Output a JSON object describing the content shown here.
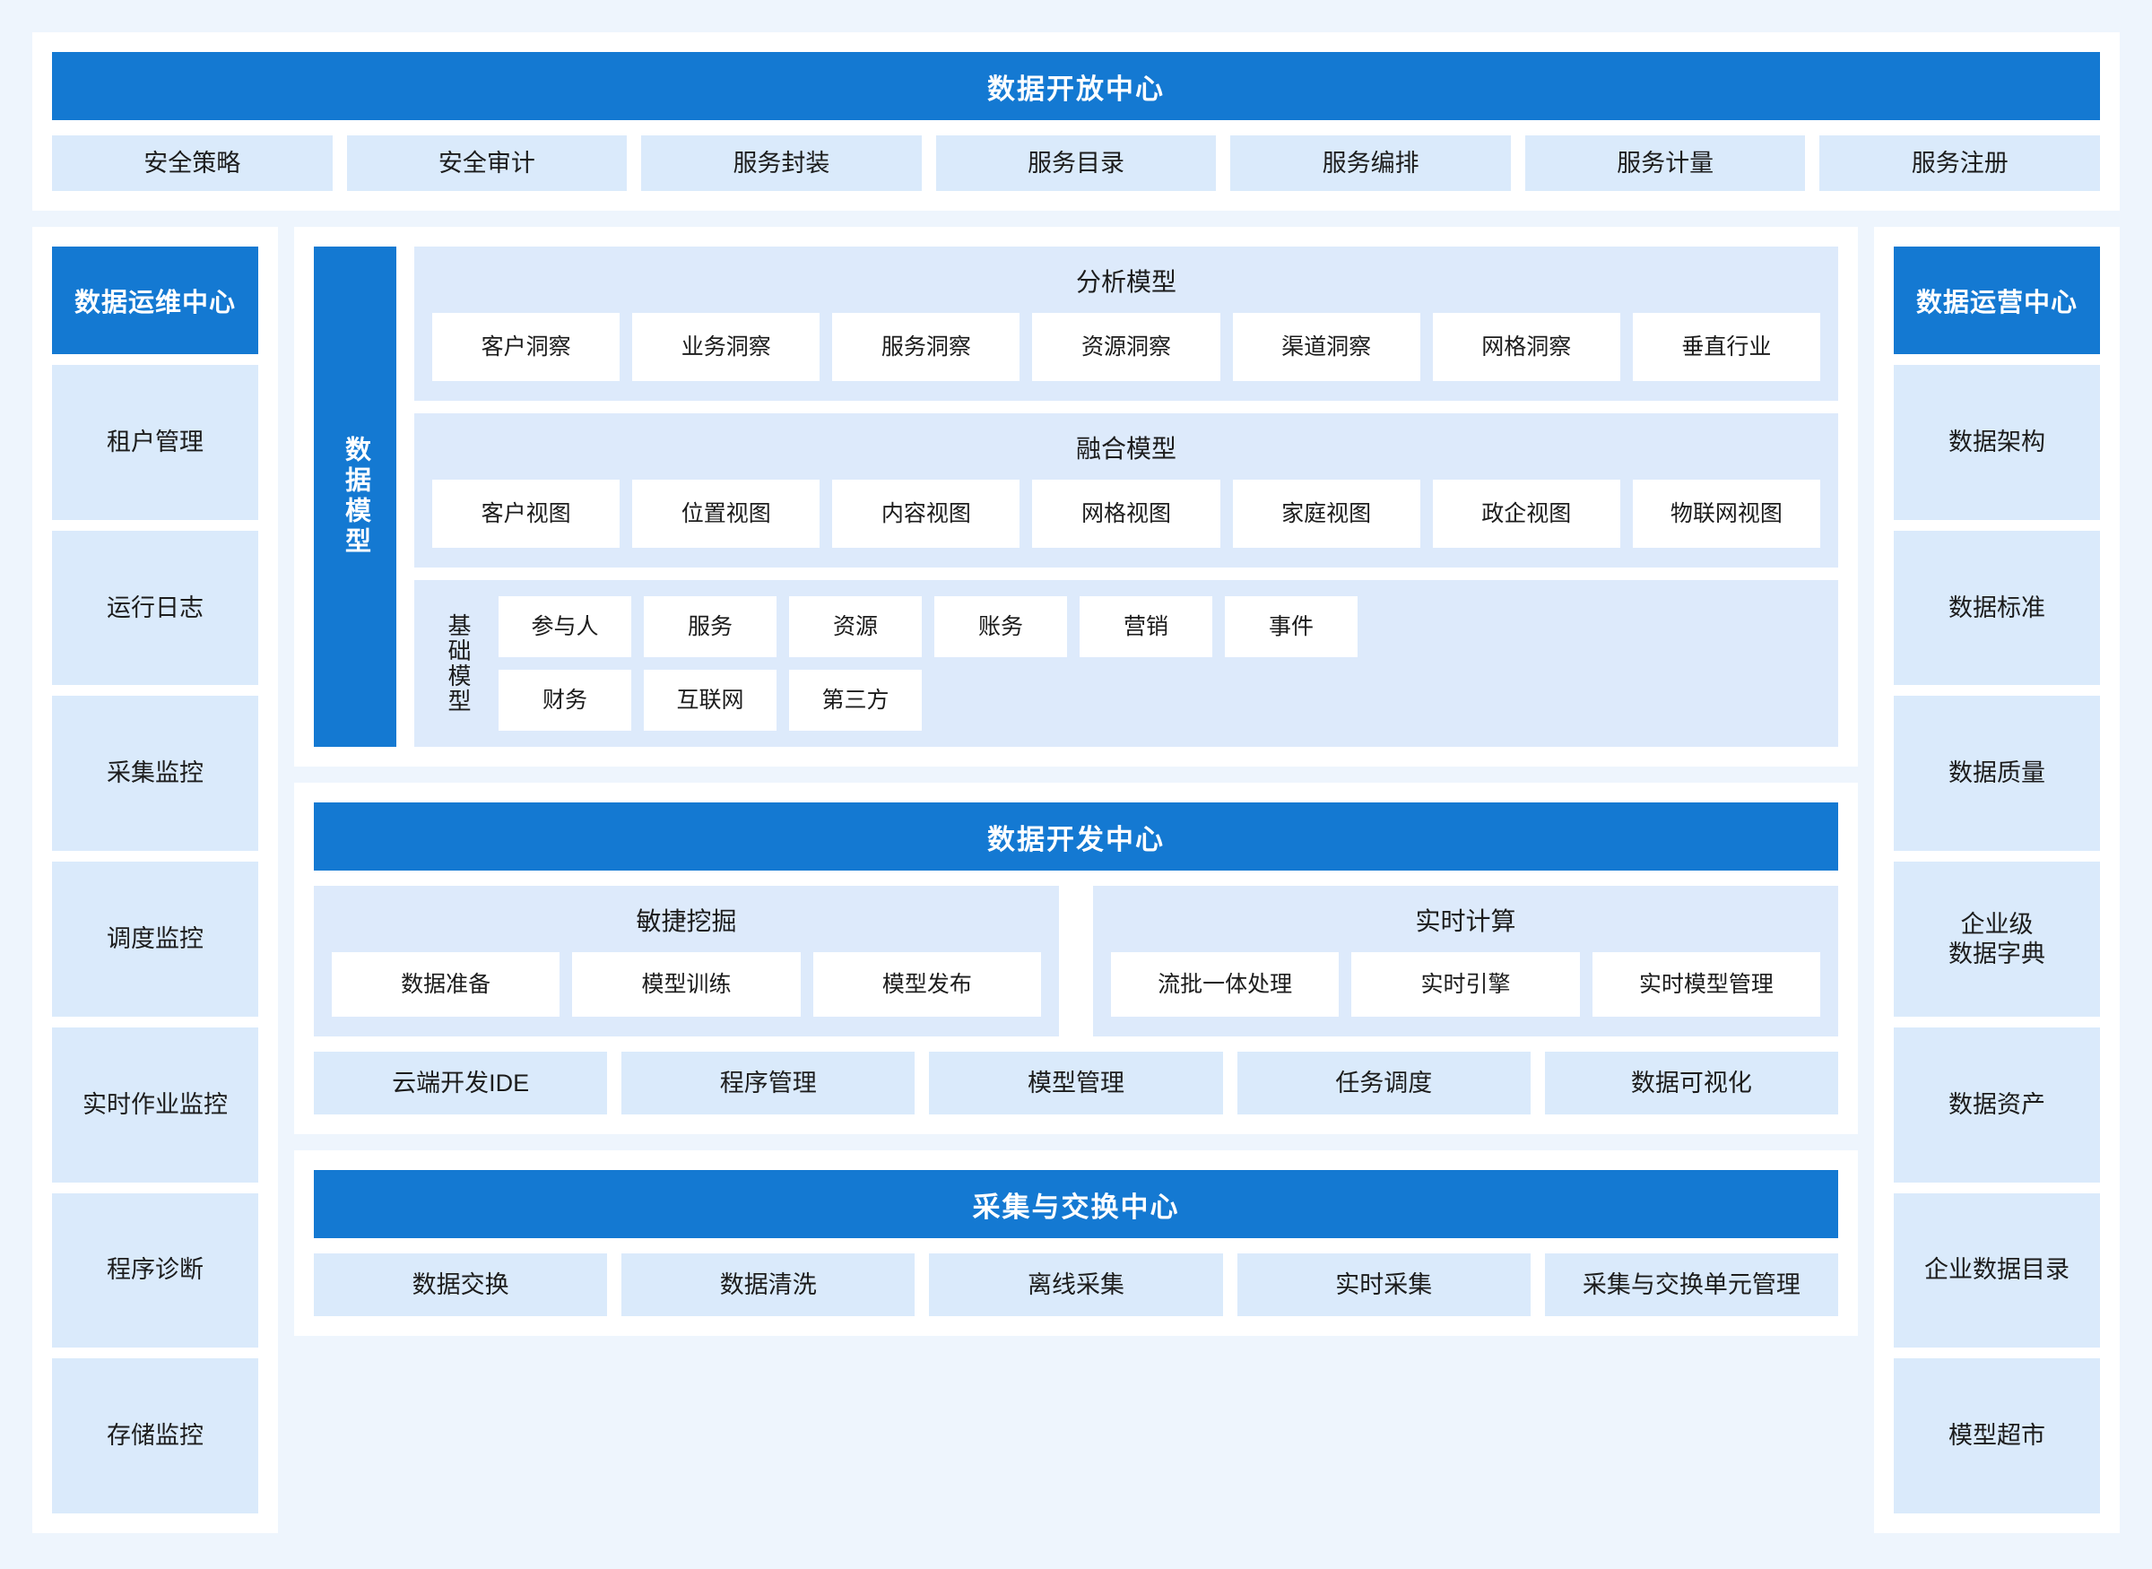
{
  "theme": {
    "page_background": "#eef5fd",
    "panel_background": "#ffffff",
    "primary_blue": "#1479d2",
    "chip_blue": "#daeafb",
    "group_blue": "#ddeafb",
    "card_white": "#ffffff",
    "text_dark": "#1c1c1c",
    "text_light": "#ffffff"
  },
  "open_center": {
    "title": "数据开放中心",
    "items": [
      "安全策略",
      "安全审计",
      "服务封装",
      "服务目录",
      "服务编排",
      "服务计量",
      "服务注册"
    ]
  },
  "ops_center": {
    "title": "数据运维中心",
    "items": [
      "租户管理",
      "运行日志",
      "采集监控",
      "调度监控",
      "实时作业监控",
      "程序诊断",
      "存储监控"
    ]
  },
  "operation_center": {
    "title": "数据运营中心",
    "items": [
      "数据架构",
      "数据标准",
      "数据质量",
      "企业级\n数据字典",
      "数据资产",
      "企业数据目录",
      "模型超市"
    ]
  },
  "data_model": {
    "side_label": "数据模型",
    "groups": [
      {
        "title": "分析模型",
        "items": [
          "客户洞察",
          "业务洞察",
          "服务洞察",
          "资源洞察",
          "渠道洞察",
          "网格洞察",
          "垂直行业"
        ]
      },
      {
        "title": "融合模型",
        "items": [
          "客户视图",
          "位置视图",
          "内容视图",
          "网格视图",
          "家庭视图",
          "政企视图",
          "物联网视图"
        ]
      }
    ],
    "base_model": {
      "label": "基础模型",
      "row1": [
        "参与人",
        "服务",
        "资源",
        "账务",
        "营销",
        "事件"
      ],
      "row2": [
        "财务",
        "互联网",
        "第三方"
      ]
    }
  },
  "dev_center": {
    "title": "数据开发中心",
    "groups": [
      {
        "title": "敏捷挖掘",
        "items": [
          "数据准备",
          "模型训练",
          "模型发布"
        ]
      },
      {
        "title": "实时计算",
        "items": [
          "流批一体处理",
          "实时引擎",
          "实时模型管理"
        ]
      }
    ],
    "bottom_items": [
      "云端开发IDE",
      "程序管理",
      "模型管理",
      "任务调度",
      "数据可视化"
    ]
  },
  "collect_center": {
    "title": "采集与交换中心",
    "items": [
      "数据交换",
      "数据清洗",
      "离线采集",
      "实时采集",
      "采集与交换单元管理"
    ]
  }
}
